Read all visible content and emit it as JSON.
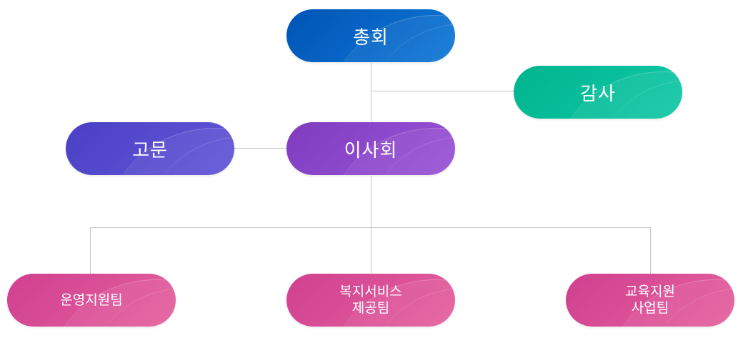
{
  "nodes": {
    "assembly": "총회",
    "audit": "감사",
    "advisor": "고문",
    "board": "이사회",
    "teams": [
      {
        "line1": "운영지원팀",
        "line2": ""
      },
      {
        "line1": "복지서비스",
        "line2": "제공팀"
      },
      {
        "line1": "교육지원",
        "line2": "사업팀"
      }
    ]
  },
  "colors": {
    "assembly": "#0a66c8",
    "audit": "#08bf9c",
    "advisor": "#574ccf",
    "board": "#8c48cb",
    "teams": "#db5097",
    "connector": "#c8c8c8"
  }
}
